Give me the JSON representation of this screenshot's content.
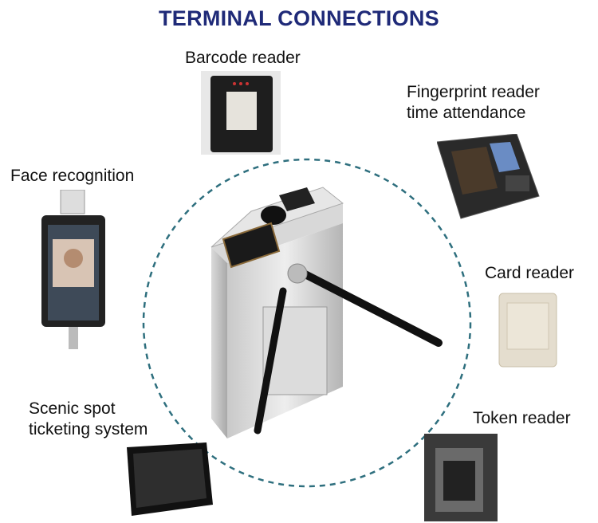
{
  "title": "TERMINAL CONNECTIONS",
  "devices": {
    "barcode": {
      "label": "Barcode reader"
    },
    "fingerprint": {
      "line1": "Fingerprint reader",
      "line2": "time attendance"
    },
    "face": {
      "label": "Face recognition"
    },
    "card": {
      "label": "Card reader"
    },
    "scenic": {
      "line1": "Scenic spot",
      "line2": "ticketing system"
    },
    "token": {
      "label": "Token reader"
    }
  },
  "colors": {
    "title": "#1f2a78",
    "circle": "#2e6f7e"
  }
}
